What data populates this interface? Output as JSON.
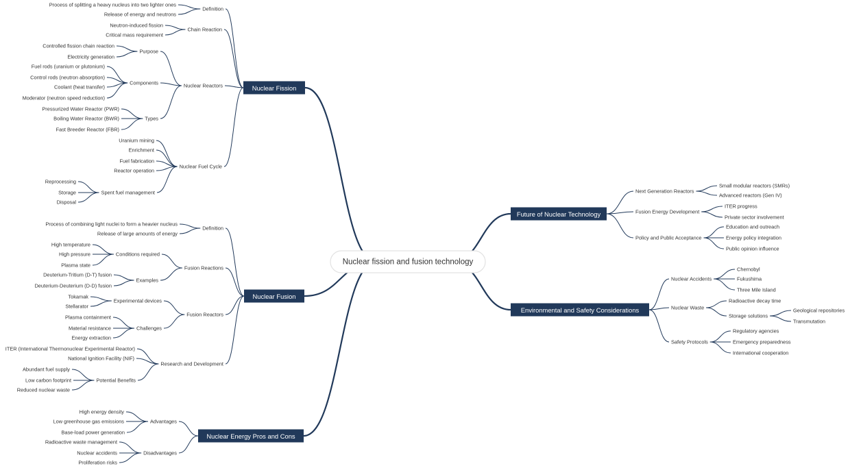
{
  "root": "Nuclear fission and fusion technology",
  "colors": {
    "main_fill": "#21395a",
    "main_text": "#ffffff",
    "line": "#21395a",
    "root_border": "#e2e2e2"
  },
  "branches": {
    "fission": {
      "label": "Nuclear Fission",
      "children": {
        "definition": {
          "label": "Definition",
          "children": {
            "c1": "Process of splitting a heavy nucleus into two lighter ones",
            "c2": "Release of energy and neutrons"
          }
        },
        "chain": {
          "label": "Chain Reaction",
          "children": {
            "c1": "Neutron-induced fission",
            "c2": "Critical mass requirement"
          }
        },
        "reactors": {
          "label": "Nuclear Reactors",
          "children": {
            "purpose": {
              "label": "Purpose",
              "children": {
                "c1": "Controlled fission chain reaction",
                "c2": "Electricity generation"
              }
            },
            "components": {
              "label": "Components",
              "children": {
                "c1": "Fuel rods (uranium or plutonium)",
                "c2": "Control rods (neutron absorption)",
                "c3": "Coolant (heat transfer)",
                "c4": "Moderator (neutron speed reduction)"
              }
            },
            "types": {
              "label": "Types",
              "children": {
                "c1": "Pressurized Water Reactor (PWR)",
                "c2": "Boiling Water Reactor (BWR)",
                "c3": "Fast Breeder Reactor (FBR)"
              }
            }
          }
        },
        "cycle": {
          "label": "Nuclear Fuel Cycle",
          "children": {
            "c1": "Uranium mining",
            "c2": "Enrichment",
            "c3": "Fuel fabrication",
            "c4": "Reactor operation",
            "spent": {
              "label": "Spent fuel management",
              "children": {
                "c1": "Reprocessing",
                "c2": "Storage",
                "c3": "Disposal"
              }
            }
          }
        }
      }
    },
    "fusion": {
      "label": "Nuclear Fusion",
      "children": {
        "definition": {
          "label": "Definition",
          "children": {
            "c1": "Process of combining light nuclei to form a heavier nucleus",
            "c2": "Release of large amounts of energy"
          }
        },
        "reactions": {
          "label": "Fusion Reactions",
          "children": {
            "conditions": {
              "label": "Conditions required",
              "children": {
                "c1": "High temperature",
                "c2": "High pressure",
                "c3": "Plasma state"
              }
            },
            "examples": {
              "label": "Examples",
              "children": {
                "c1": "Deuterium-Tritium (D-T) fusion",
                "c2": "Deuterium-Deuterium (D-D) fusion"
              }
            }
          }
        },
        "reactors": {
          "label": "Fusion Reactors",
          "children": {
            "devices": {
              "label": "Experimental devices",
              "children": {
                "c1": "Tokamak",
                "c2": "Stellarator"
              }
            },
            "challenges": {
              "label": "Challenges",
              "children": {
                "c1": "Plasma containment",
                "c2": "Material resistance",
                "c3": "Energy extraction"
              }
            }
          }
        },
        "research": {
          "label": "Research and Development",
          "children": {
            "c1": "ITER (International Thermonuclear Experimental Reactor)",
            "c2": "National Ignition Facility (NIF)",
            "benefits": {
              "label": "Potential Benefits",
              "children": {
                "c1": "Abundant fuel supply",
                "c2": "Low carbon footprint",
                "c3": "Reduced nuclear waste"
              }
            }
          }
        }
      }
    },
    "proscons": {
      "label": "Nuclear Energy Pros and Cons",
      "children": {
        "advantages": {
          "label": "Advantages",
          "children": {
            "c1": "High energy density",
            "c2": "Low greenhouse gas emissions",
            "c3": "Base-load power generation"
          }
        },
        "disadvantages": {
          "label": "Disadvantages",
          "children": {
            "c1": "Radioactive waste management",
            "c2": "Nuclear accidents",
            "c3": "Proliferation risks"
          }
        }
      }
    },
    "future": {
      "label": "Future of Nuclear Technology",
      "children": {
        "nextgen": {
          "label": "Next Generation Reactors",
          "children": {
            "c1": "Small modular reactors (SMRs)",
            "c2": "Advanced reactors (Gen IV)"
          }
        },
        "fusiondev": {
          "label": "Fusion Energy Development",
          "children": {
            "c1": "ITER progress",
            "c2": "Private sector involvement"
          }
        },
        "policy": {
          "label": "Policy and Public Acceptance",
          "children": {
            "c1": "Education and outreach",
            "c2": "Energy policy integration",
            "c3": "Public opinion influence"
          }
        }
      }
    },
    "environment": {
      "label": "Environmental and Safety Considerations",
      "children": {
        "accidents": {
          "label": "Nuclear Accidents",
          "children": {
            "c1": "Chernobyl",
            "c2": "Fukushima",
            "c3": "Three Mile Island"
          }
        },
        "waste": {
          "label": "Nuclear Waste",
          "children": {
            "c1": "Radioactive decay time",
            "storage": {
              "label": "Storage solutions",
              "children": {
                "c1": "Geological repositories",
                "c2": "Transmutation"
              }
            }
          }
        },
        "safety": {
          "label": "Safety Protocols",
          "children": {
            "c1": "Regulatory agencies",
            "c2": "Emergency preparedness",
            "c3": "International cooperation"
          }
        }
      }
    }
  }
}
